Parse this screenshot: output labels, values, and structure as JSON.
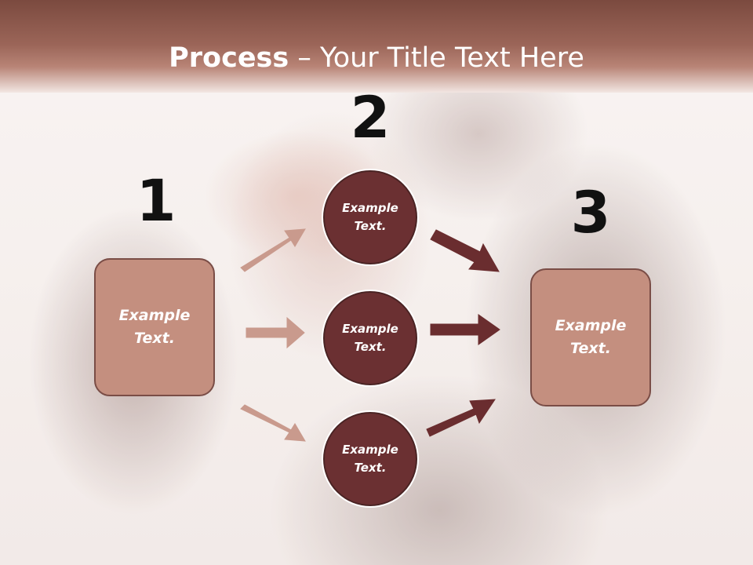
{
  "slide": {
    "title_bold": "Process",
    "title_rest": " – Your Title Text Here",
    "step_numbers": [
      "1",
      "2",
      "3"
    ],
    "left_box": "Example Text.",
    "right_box": "Example Text.",
    "nodes": [
      "Example Text.",
      "Example Text.",
      "Example Text."
    ]
  },
  "colors": {
    "title_bar": "#9b6558",
    "light_box": "#c48f7f",
    "dark_node": "#6b3032",
    "light_arrow": "#c99a8d",
    "dark_arrow": "#6a2d2f",
    "number_text": "#111111"
  }
}
